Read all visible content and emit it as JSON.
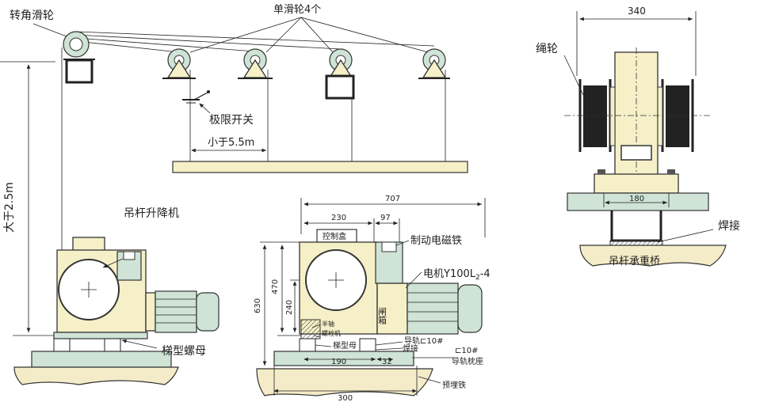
{
  "left_view": {
    "corner_pulley": "转角滑轮",
    "single_pulleys": "单滑轮4个",
    "limit_switch": "极限开关",
    "spacing": "小于5.5m",
    "height": "大于2.5m",
    "lift_machine": "吊杆升降机",
    "trapezoid_nut": "梯型螺母"
  },
  "middle_view": {
    "dim_707": "707",
    "dim_230": "230",
    "dim_97": "97",
    "control_box": "控制盒",
    "brake_magnet": "制动电磁铁",
    "motor_prefix": "电机Y100L",
    "motor_sub": "2",
    "motor_suffix": "-4",
    "gearbox": "闸箱",
    "dim_630": "630",
    "dim_470": "470",
    "dim_240": "240",
    "half_axis": "半轴",
    "bolt_machine": "螺栓机",
    "trapezoid_nut": "梯型母",
    "guide_rail_1": "导轨⊏10#",
    "weld_1": "焊接",
    "dim_190": "190",
    "dim_32": "32",
    "guide_rail_2": "⊏10#",
    "rail_seat": "导轨枕座",
    "embedded_iron": "预埋铁",
    "dim_300": "300"
  },
  "right_view": {
    "dim_340": "340",
    "rope_wheel": "绳轮",
    "dim_180": "180",
    "weld": "焊接",
    "bridge": "吊杆承重桥"
  }
}
